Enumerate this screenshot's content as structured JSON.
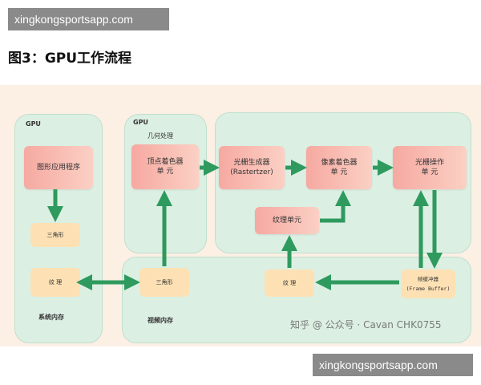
{
  "watermarks": {
    "top": "xingkongsportsapp.com",
    "bottom": "xingkongsportsapp.com"
  },
  "figure_title": "图3：GPU工作流程",
  "diagram": {
    "left_region": {
      "gpu_label": "GPU",
      "app_box": "图形应用程序",
      "triangle_box": "三角形",
      "texture_box": "纹 理",
      "memory_label": "系统内存"
    },
    "middle_region": {
      "gpu_label": "GPU",
      "geometry_label": "几何处理",
      "vertex_shader_box": "顶点着色器\n单 元",
      "triangle_box": "三角形",
      "video_memory_label": "视频内存"
    },
    "right_region": {
      "rasterizer_box": "光栅生成器\n(Rastertzer)",
      "pixel_shader_box": "像素着色器\n单 元",
      "raster_op_box": "光栅操作\n单 元",
      "texture_unit_box": "纹理单元",
      "texture_box": "纹 理",
      "frame_buffer_box": "帧缓冲器\n(Frame Buffer)"
    },
    "source_watermark": "知乎 @ 公众号 · Cavan CHK0755"
  },
  "colors": {
    "arrow": "#2e9a5e",
    "region_fill": "#dcefe3",
    "box_pink": "#f6a9a1",
    "box_yellow": "#fde1b4"
  }
}
